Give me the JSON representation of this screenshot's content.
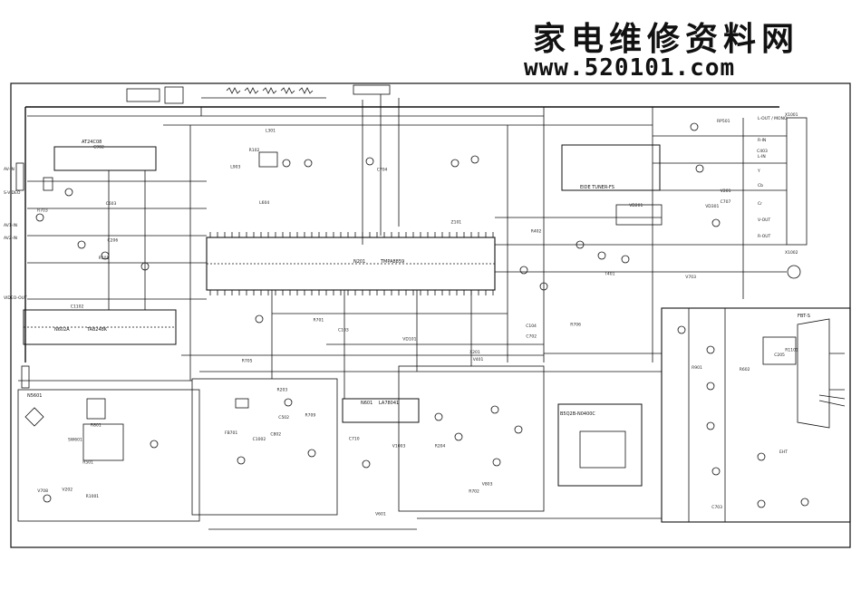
{
  "watermark": {
    "title_cn": "家电维修资料网",
    "url": "www.520101.com"
  },
  "schematic": {
    "ic_labels": {
      "main_ic": "TMPA8859",
      "ic_main_ref": "N201",
      "ic_audio_ref": "N601",
      "ic_audio": "LA78041",
      "ic_top_left": "AT24C08",
      "ic_mid_left": "TA8248K",
      "ic_mid_left_ref": "N602A",
      "ic_left_ref": "N5601",
      "ic_tuner": "EIDE TUNER-FS",
      "ic_power": "B5Q2B-N0400C",
      "flyback": "FBT-S"
    },
    "connector_labels": [
      "AV-IN",
      "S-VIDEO",
      "L-OUT / MONO",
      "R-IN",
      "L-IN",
      "Y",
      "Cb",
      "Cr",
      "V-OUT",
      "R-OUT",
      "AV1-IN",
      "AV2-IN",
      "X1001",
      "X1002",
      "VIDEO-OUT",
      "EHT"
    ],
    "component_labels": [
      "R101",
      "R102",
      "C103",
      "C104",
      "V201",
      "V202",
      "R203",
      "R204",
      "C205",
      "C206",
      "L301",
      "V401",
      "R402",
      "C403",
      "R501",
      "C502",
      "V601",
      "R602",
      "C603",
      "L604",
      "R701",
      "C702",
      "V703",
      "R801",
      "C802",
      "V803",
      "R901",
      "C902",
      "L903",
      "VD101",
      "VD201",
      "VD301",
      "R1001",
      "C1002",
      "V1003",
      "R1101",
      "C1102",
      "Z101",
      "X201",
      "T401",
      "RP501",
      "SW601",
      "FB701",
      "R702",
      "C703",
      "R703",
      "C704",
      "R705",
      "R706",
      "C707",
      "V708",
      "R709",
      "C710"
    ]
  }
}
